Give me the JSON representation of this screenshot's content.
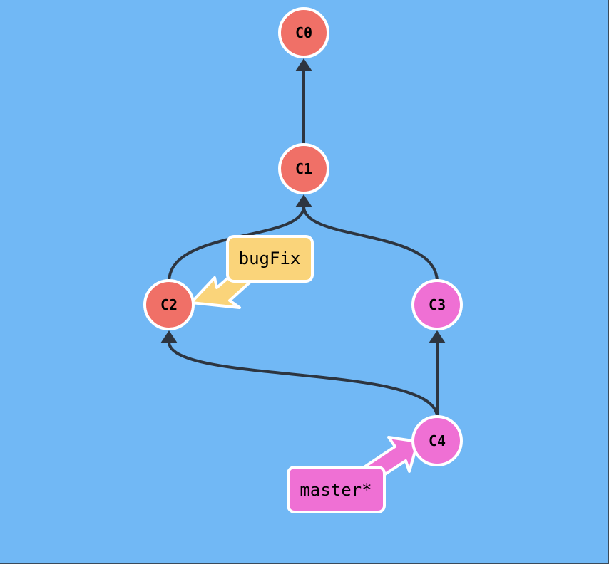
{
  "colors": {
    "background": "#71b8f5",
    "commit_main": "#f07067",
    "commit_master": "#ef70d4",
    "branch_bugfix": "#fad47a",
    "branch_master": "#ef70d4",
    "edge": "#2d3540",
    "stroke": "#ffffff"
  },
  "commits": [
    {
      "id": "C0",
      "label": "C0",
      "color": "#f07067"
    },
    {
      "id": "C1",
      "label": "C1",
      "color": "#f07067"
    },
    {
      "id": "C2",
      "label": "C2",
      "color": "#f07067"
    },
    {
      "id": "C3",
      "label": "C3",
      "color": "#ef70d4"
    },
    {
      "id": "C4",
      "label": "C4",
      "color": "#ef70d4"
    }
  ],
  "edges": [
    {
      "from": "C1",
      "to": "C0"
    },
    {
      "from": "C2",
      "to": "C1"
    },
    {
      "from": "C3",
      "to": "C1"
    },
    {
      "from": "C4",
      "to": "C3"
    },
    {
      "from": "C4",
      "to": "C2"
    }
  ],
  "branches": [
    {
      "id": "bugFix",
      "label": "bugFix",
      "target": "C2",
      "color": "#fad47a"
    },
    {
      "id": "master",
      "label": "master*",
      "target": "C4",
      "color": "#ef70d4"
    }
  ]
}
